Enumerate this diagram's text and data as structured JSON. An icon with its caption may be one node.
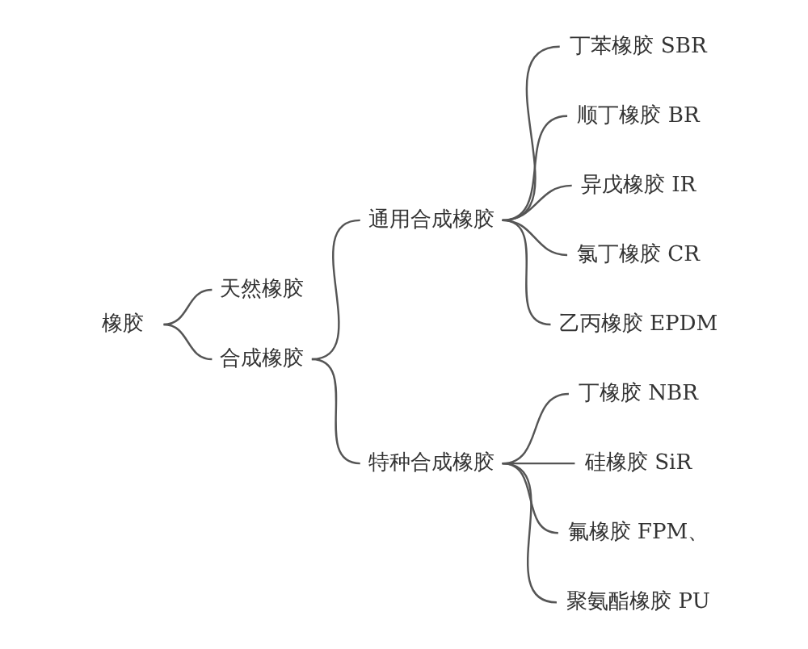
{
  "diagram": {
    "nodes": [
      {
        "text": [
          "橡胶"
        ]
      },
      {
        "text": [
          "天然橡胶"
        ]
      },
      {
        "text": [
          "合成橡胶"
        ]
      },
      {
        "text": [
          "通用合成橡胶"
        ]
      },
      {
        "text": [
          "丁苯橡胶 SBR"
        ]
      },
      {
        "text": [
          "顺丁橡胶 BR"
        ]
      },
      {
        "text": [
          "异戊橡胶 IR"
        ]
      },
      {
        "text": [
          "氯丁橡胶 CR"
        ]
      },
      {
        "text": [
          "乙丙橡胶 EPDM"
        ]
      },
      {
        "text": [
          "特种合成橡胶"
        ]
      },
      {
        "text": [
          "丁橡胶 NBR"
        ]
      },
      {
        "text": [
          "硅橡胶 SiR"
        ]
      },
      {
        "text": [
          "氟橡胶 FPM、"
        ]
      },
      {
        "text": [
          "聚氨酯橡胶 PU"
        ]
      }
    ],
    "edges": [
      {
        "from": 0,
        "to": 1,
        "arrow": "none"
      },
      {
        "from": 0,
        "to": 2,
        "arrow": "none"
      },
      {
        "from": 2,
        "to": 3,
        "arrow": "none"
      },
      {
        "from": 2,
        "to": 9,
        "arrow": "none"
      },
      {
        "from": 3,
        "to": 4,
        "arrow": "none"
      },
      {
        "from": 3,
        "to": 5,
        "arrow": "none"
      },
      {
        "from": 3,
        "to": 6,
        "arrow": "none"
      },
      {
        "from": 3,
        "to": 7,
        "arrow": "none"
      },
      {
        "from": 3,
        "to": 8,
        "arrow": "none"
      },
      {
        "from": 9,
        "to": 10,
        "arrow": "none"
      },
      {
        "from": 9,
        "to": 11,
        "arrow": "none"
      },
      {
        "from": 9,
        "to": 12,
        "arrow": "none"
      },
      {
        "from": 9,
        "to": 13,
        "arrow": "none"
      }
    ]
  }
}
